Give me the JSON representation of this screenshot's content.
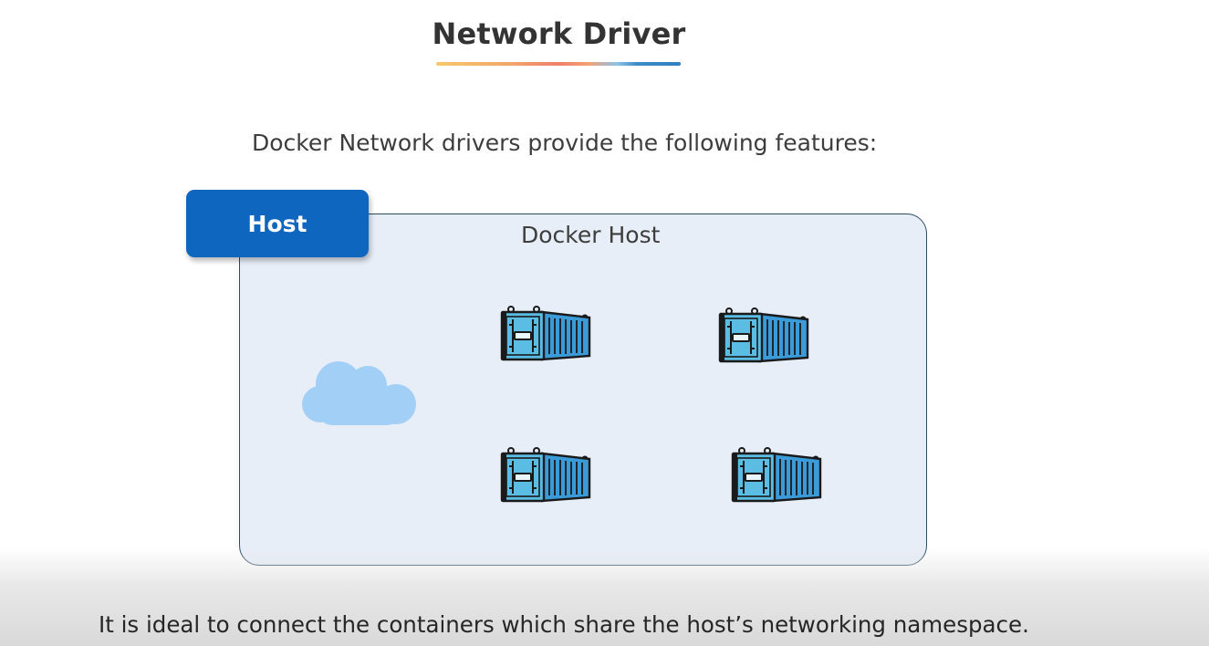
{
  "slide": {
    "title": "Network Driver",
    "subtitle": "Docker Network drivers provide the following features:",
    "host_tab_label": "Host",
    "panel_label": "Docker Host",
    "caption": "It is ideal to connect the containers which share the host’s networking namespace."
  },
  "icons": {
    "cloud": "cloud-icon",
    "container": "shipping-container-icon"
  },
  "colors": {
    "host_tab": "#0f66be",
    "panel_fill": "#e8eef8",
    "panel_border": "#2d4d5e",
    "cloud": "#a2cff5",
    "container_front": "#5bbde4",
    "container_side": "#3a9bd8"
  }
}
